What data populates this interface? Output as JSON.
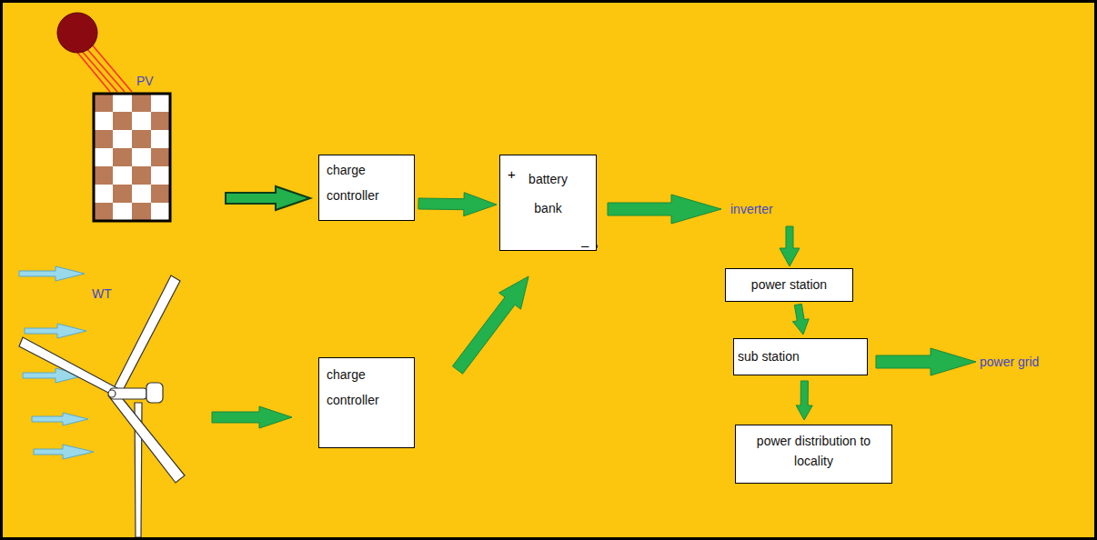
{
  "diagram": {
    "nodes": [
      {
        "text": [
          "charge controller"
        ]
      },
      {
        "text": [
          "battery bank"
        ]
      },
      {
        "text": [
          "charge controller"
        ]
      },
      {
        "text": [
          "power station"
        ]
      },
      {
        "text": [
          "sub station"
        ]
      },
      {
        "text": [
          "power distribution to locality"
        ]
      }
    ],
    "edges": [
      {
        "from": 0,
        "to": 1,
        "arrow": "to"
      },
      {
        "from": 2,
        "to": 1,
        "arrow": "to"
      },
      {
        "from": 3,
        "to": 4,
        "arrow": "to"
      },
      {
        "from": 4,
        "to": 5,
        "arrow": "to"
      }
    ],
    "labels": [
      "PV",
      "WT",
      "+",
      "–",
      "inverter",
      "power grid"
    ]
  }
}
